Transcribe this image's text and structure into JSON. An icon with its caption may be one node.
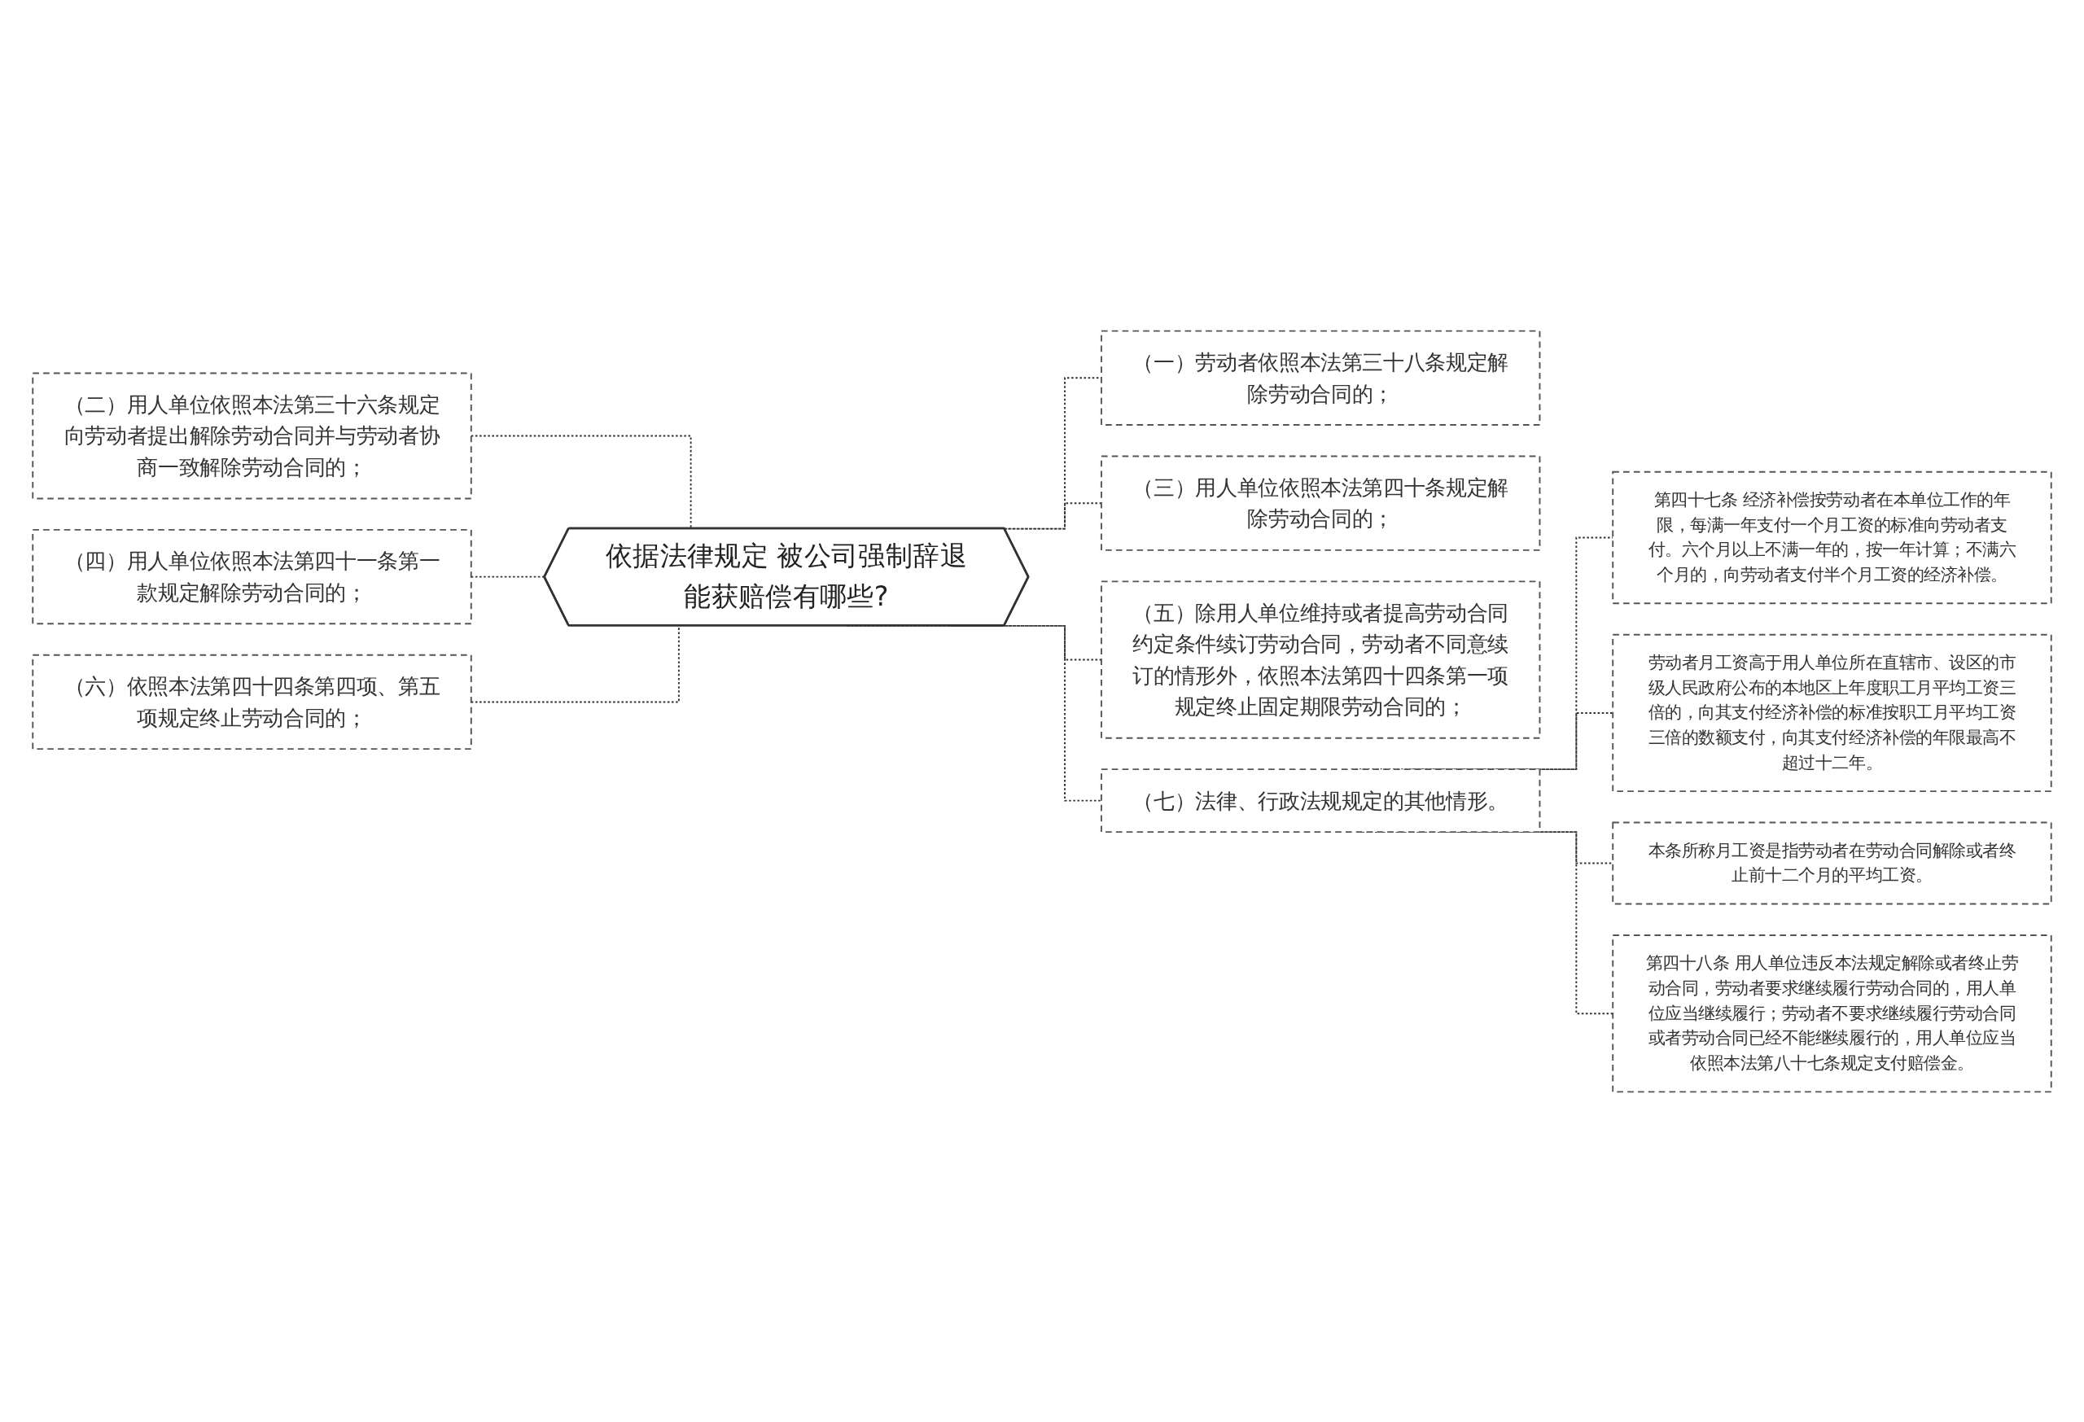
{
  "diagram": {
    "nodes": [
      {
        "text": [
          "依据法律规定 被公司强制辞退能获赔偿有哪些?"
        ]
      },
      {
        "text": [
          "（二）用人单位依照本法第三十六条规定向劳动者提出解除劳动合同并与劳动者协商一致解除劳动合同的；"
        ]
      },
      {
        "text": [
          "（四）用人单位依照本法第四十一条第一款规定解除劳动合同的；"
        ]
      },
      {
        "text": [
          "（六）依照本法第四十四条第四项、第五项规定终止劳动合同的；"
        ]
      },
      {
        "text": [
          "（一）劳动者依照本法第三十八条规定解除劳动合同的；"
        ]
      },
      {
        "text": [
          "（三）用人单位依照本法第四十条规定解除劳动合同的；"
        ]
      },
      {
        "text": [
          "（五）除用人单位维持或者提高劳动合同约定条件续订劳动合同，劳动者不同意续订的情形外，依照本法第四十四条第一项规定终止固定期限劳动合同的；"
        ]
      },
      {
        "text": [
          "（七）法律、行政法规规定的其他情形。"
        ]
      },
      {
        "text": [
          "第四十七条 经济补偿按劳动者在本单位工作的年限，每满一年支付一个月工资的标准向劳动者支付。六个月以上不满一年的，按一年计算；不满六个月的，向劳动者支付半个月工资的经济补偿。"
        ]
      },
      {
        "text": [
          "劳动者月工资高于用人单位所在直辖市、设区的市级人民政府公布的本地区上年度职工月平均工资三倍的，向其支付经济补偿的标准按职工月平均工资三倍的数额支付，向其支付经济补偿的年限最高不超过十二年。"
        ]
      },
      {
        "text": [
          "本条所称月工资是指劳动者在劳动合同解除或者终止前十二个月的平均工资。"
        ]
      },
      {
        "text": [
          "第四十八条 用人单位违反本法规定解除或者终止劳动合同，劳动者要求继续履行劳动合同的，用人单位应当继续履行；劳动者不要求继续履行劳动合同或者劳动合同已经不能继续履行的，用人单位应当依照本法第八十七条规定支付赔偿金。"
        ]
      }
    ],
    "edges": [
      {
        "from": 1,
        "to": 0,
        "arrow": "none",
        "style": "dashed"
      },
      {
        "from": 2,
        "to": 0,
        "arrow": "none",
        "style": "dashed"
      },
      {
        "from": 3,
        "to": 0,
        "arrow": "none",
        "style": "dashed"
      },
      {
        "from": 0,
        "to": 4,
        "arrow": "none",
        "style": "dashed"
      },
      {
        "from": 0,
        "to": 5,
        "arrow": "none",
        "style": "dashed"
      },
      {
        "from": 0,
        "to": 6,
        "arrow": "none",
        "style": "dashed"
      },
      {
        "from": 0,
        "to": 7,
        "arrow": "none",
        "style": "dashed"
      },
      {
        "from": 7,
        "to": 8,
        "arrow": "none",
        "style": "dashed"
      },
      {
        "from": 7,
        "to": 9,
        "arrow": "none",
        "style": "dashed"
      },
      {
        "from": 7,
        "to": 10,
        "arrow": "none",
        "style": "dashed"
      },
      {
        "from": 7,
        "to": 11,
        "arrow": "none",
        "style": "dashed"
      }
    ]
  }
}
